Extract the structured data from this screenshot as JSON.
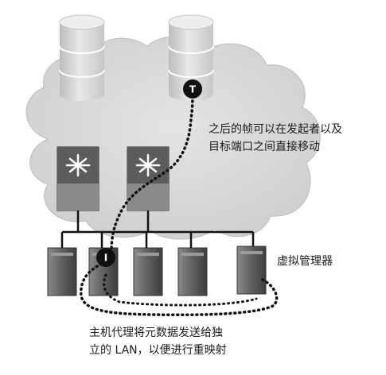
{
  "labels": {
    "path_description": [
      "之后的帧可以在发起者以及",
      "目标端口之间直接移动"
    ],
    "virtual_manager": "虚拟管理器",
    "host_proxy": [
      "主机代理将元数据发送给独",
      "立的 LAN，以便进行重映射"
    ]
  },
  "badges": {
    "target": "T",
    "initiator": "I"
  },
  "colors": {
    "cloud": "#d9d9d9",
    "server": "#5a5a5a",
    "badge": "#111111",
    "path": "#111111"
  }
}
